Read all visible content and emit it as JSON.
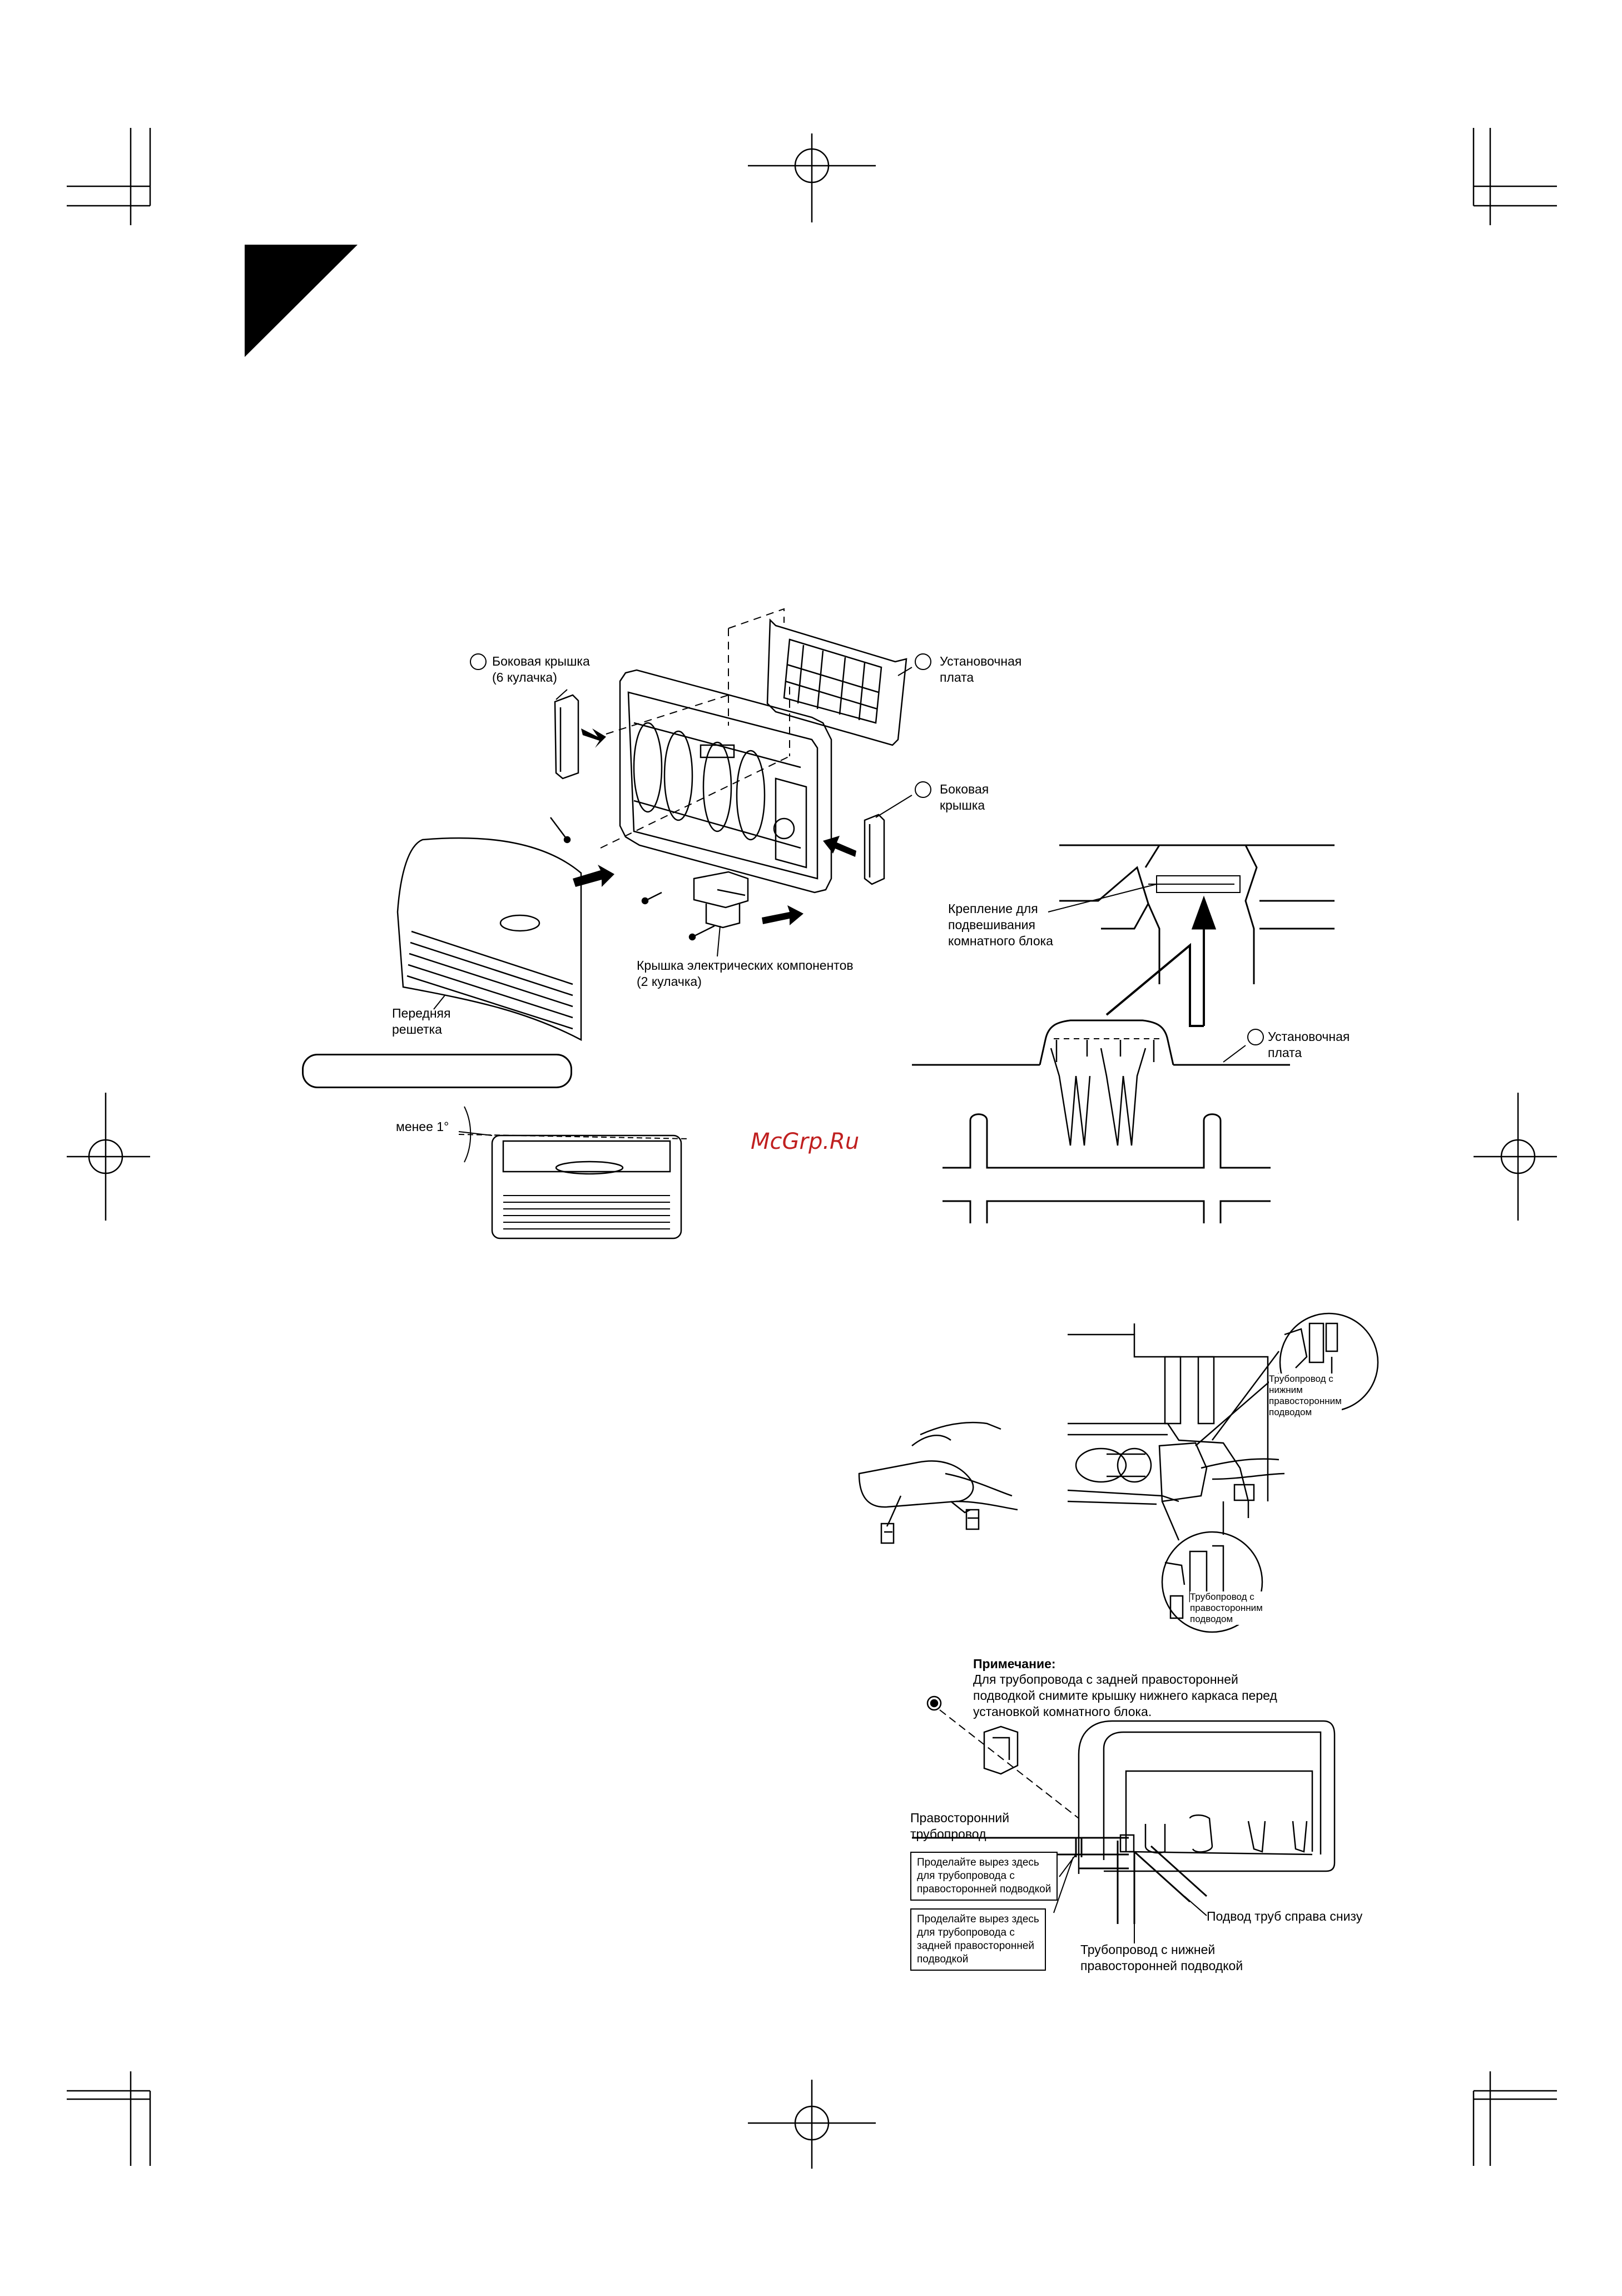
{
  "watermark": "McGrp.Ru",
  "figure1": {
    "side_cover_left": "Боковая крышка\n(6 кулачка)",
    "mounting_plate": "Установочная\nплата",
    "side_cover_right": "Боковая\nкрышка",
    "electrical_cover": "Крышка электрических компонентов\n(2 кулачка)",
    "front_grille": "Передняя\nрешетка",
    "tilt_label": "менее 1°"
  },
  "figure2": {
    "hanging_mount": "Крепление для\nподвешивания\nкомнатного блока",
    "mounting_plate": "Установочная\nплата"
  },
  "figure3": {
    "bottom_right_piping": "Трубопровод с\nнижним\nправосторонним\nподводом",
    "right_piping": "Трубопровод с\nправосторонним\nподводом"
  },
  "figure4": {
    "note_title": "Примечание:",
    "note_text": "Для трубопровода с задней правосторонней\nподводкой снимите крышку нижнего каркаса перед\nустановкой комнатного блока.",
    "right_side_piping": "Правосторонний\nтрубопровод",
    "cutout_right": "Проделайте вырез здесь\nдля  трубопровода с\nправосторонней подводкой",
    "cutout_rear_right": "Проделайте вырез здесь\nдля трубопровода с\nзадней правосторонней\nподводкой",
    "pipes_right_bottom": "Подвод труб справа снизу",
    "pipe_bottom_right": "Трубопровод с нижней\nправосторонней подводкой"
  }
}
